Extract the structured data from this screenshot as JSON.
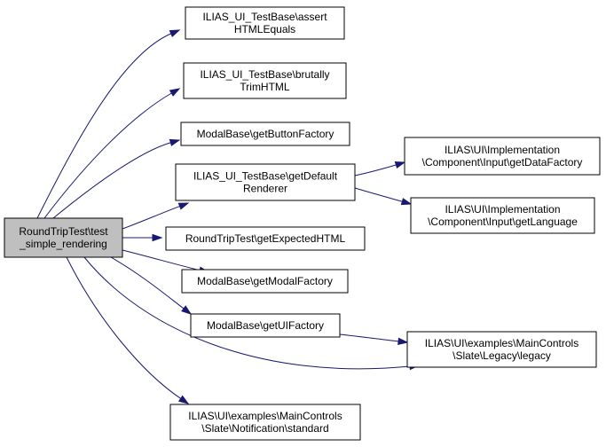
{
  "diagram": {
    "colors": {
      "edge": "#191970",
      "root_fill": "#bfbfbf",
      "node_fill": "#ffffff",
      "border": "#000000"
    },
    "nodes": [
      {
        "id": "root",
        "lines": [
          "RoundTripTest\\test",
          "_simple_rendering"
        ],
        "root": true
      },
      {
        "id": "assert",
        "lines": [
          "ILIAS_UI_TestBase\\assert",
          "HTMLEquals"
        ]
      },
      {
        "id": "brutally",
        "lines": [
          "ILIAS_UI_TestBase\\brutally",
          "TrimHTML"
        ]
      },
      {
        "id": "buttonfactory",
        "lines": [
          "ModalBase\\getButtonFactory"
        ]
      },
      {
        "id": "defaultrenderer",
        "lines": [
          "ILIAS_UI_TestBase\\getDefault",
          "Renderer"
        ]
      },
      {
        "id": "expectedhtml",
        "lines": [
          "RoundTripTest\\getExpectedHTML"
        ]
      },
      {
        "id": "modalfactory",
        "lines": [
          "ModalBase\\getModalFactory"
        ]
      },
      {
        "id": "uifactory",
        "lines": [
          "ModalBase\\getUIFactory"
        ]
      },
      {
        "id": "notification",
        "lines": [
          "ILIAS\\UI\\examples\\MainControls",
          "\\Slate\\Notification\\standard"
        ]
      },
      {
        "id": "datafactory",
        "lines": [
          "ILIAS\\UI\\Implementation",
          "\\Component\\Input\\getDataFactory"
        ]
      },
      {
        "id": "language",
        "lines": [
          "ILIAS\\UI\\Implementation",
          "\\Component\\Input\\getLanguage"
        ]
      },
      {
        "id": "legacy",
        "lines": [
          "ILIAS\\UI\\examples\\MainControls",
          "\\Slate\\Legacy\\legacy"
        ]
      }
    ],
    "edges": [
      {
        "from": "root",
        "to": "assert"
      },
      {
        "from": "root",
        "to": "brutally"
      },
      {
        "from": "root",
        "to": "buttonfactory"
      },
      {
        "from": "root",
        "to": "defaultrenderer"
      },
      {
        "from": "root",
        "to": "expectedhtml"
      },
      {
        "from": "root",
        "to": "modalfactory"
      },
      {
        "from": "root",
        "to": "uifactory"
      },
      {
        "from": "root",
        "to": "notification"
      },
      {
        "from": "root",
        "to": "legacy"
      },
      {
        "from": "defaultrenderer",
        "to": "datafactory"
      },
      {
        "from": "defaultrenderer",
        "to": "language"
      },
      {
        "from": "uifactory",
        "to": "legacy"
      }
    ]
  }
}
